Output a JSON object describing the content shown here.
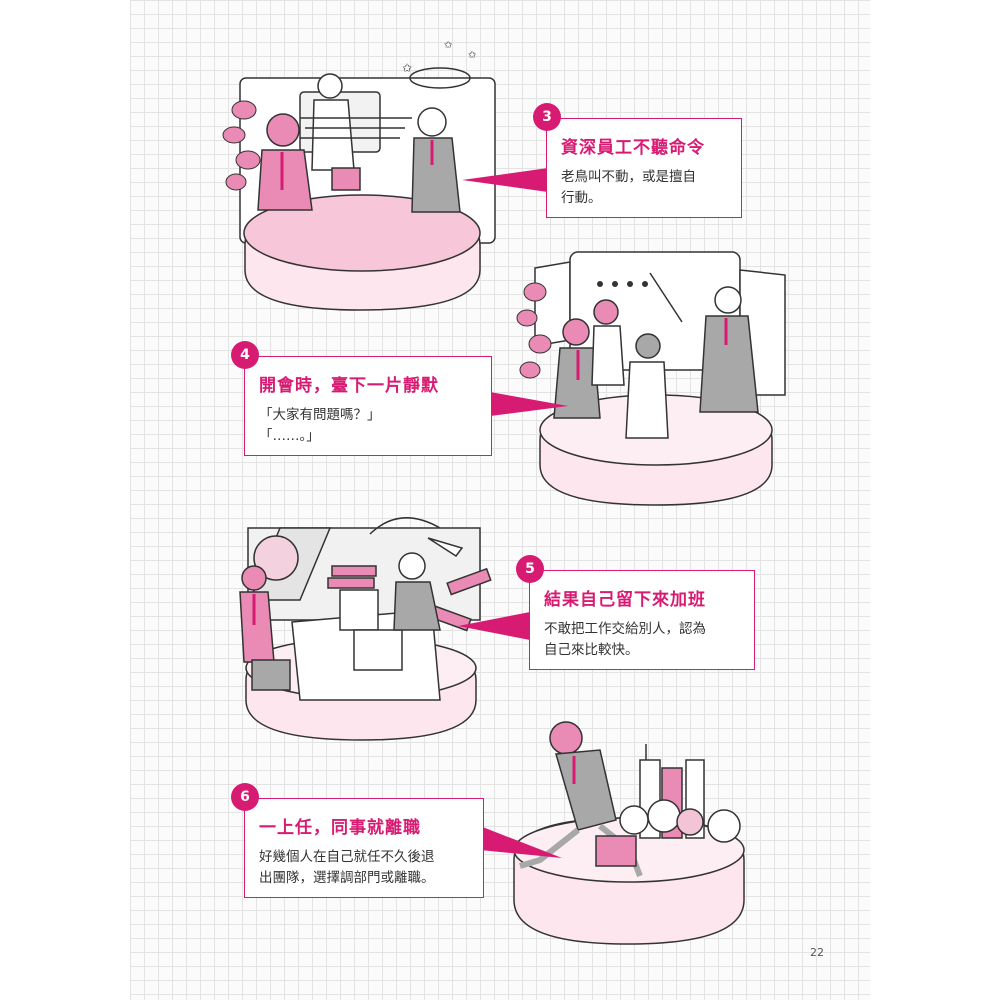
{
  "colors": {
    "accent": "#d81b72",
    "pink": "#e98bb4",
    "pale_pink": "#fde6ee",
    "gray": "#a8a8a8",
    "grid": "#e3e3e3"
  },
  "panels": [
    {
      "number": "3",
      "title": "資深員工不聽命令",
      "lines": [
        "老鳥叫不動，或是擅自",
        "行動。"
      ]
    },
    {
      "number": "4",
      "title": "開會時，臺下一片靜默",
      "lines": [
        "「大家有問題嗎？」",
        "「……。」"
      ]
    },
    {
      "number": "5",
      "title": "結果自己留下來加班",
      "lines": [
        "不敢把工作交給別人，認為",
        "自己來比較快。"
      ]
    },
    {
      "number": "6",
      "title": "一上任，同事就離職",
      "lines": [
        "好幾個人在自己就任不久後退",
        "出團隊，選擇調部門或離職。"
      ]
    }
  ],
  "page_number": "22"
}
